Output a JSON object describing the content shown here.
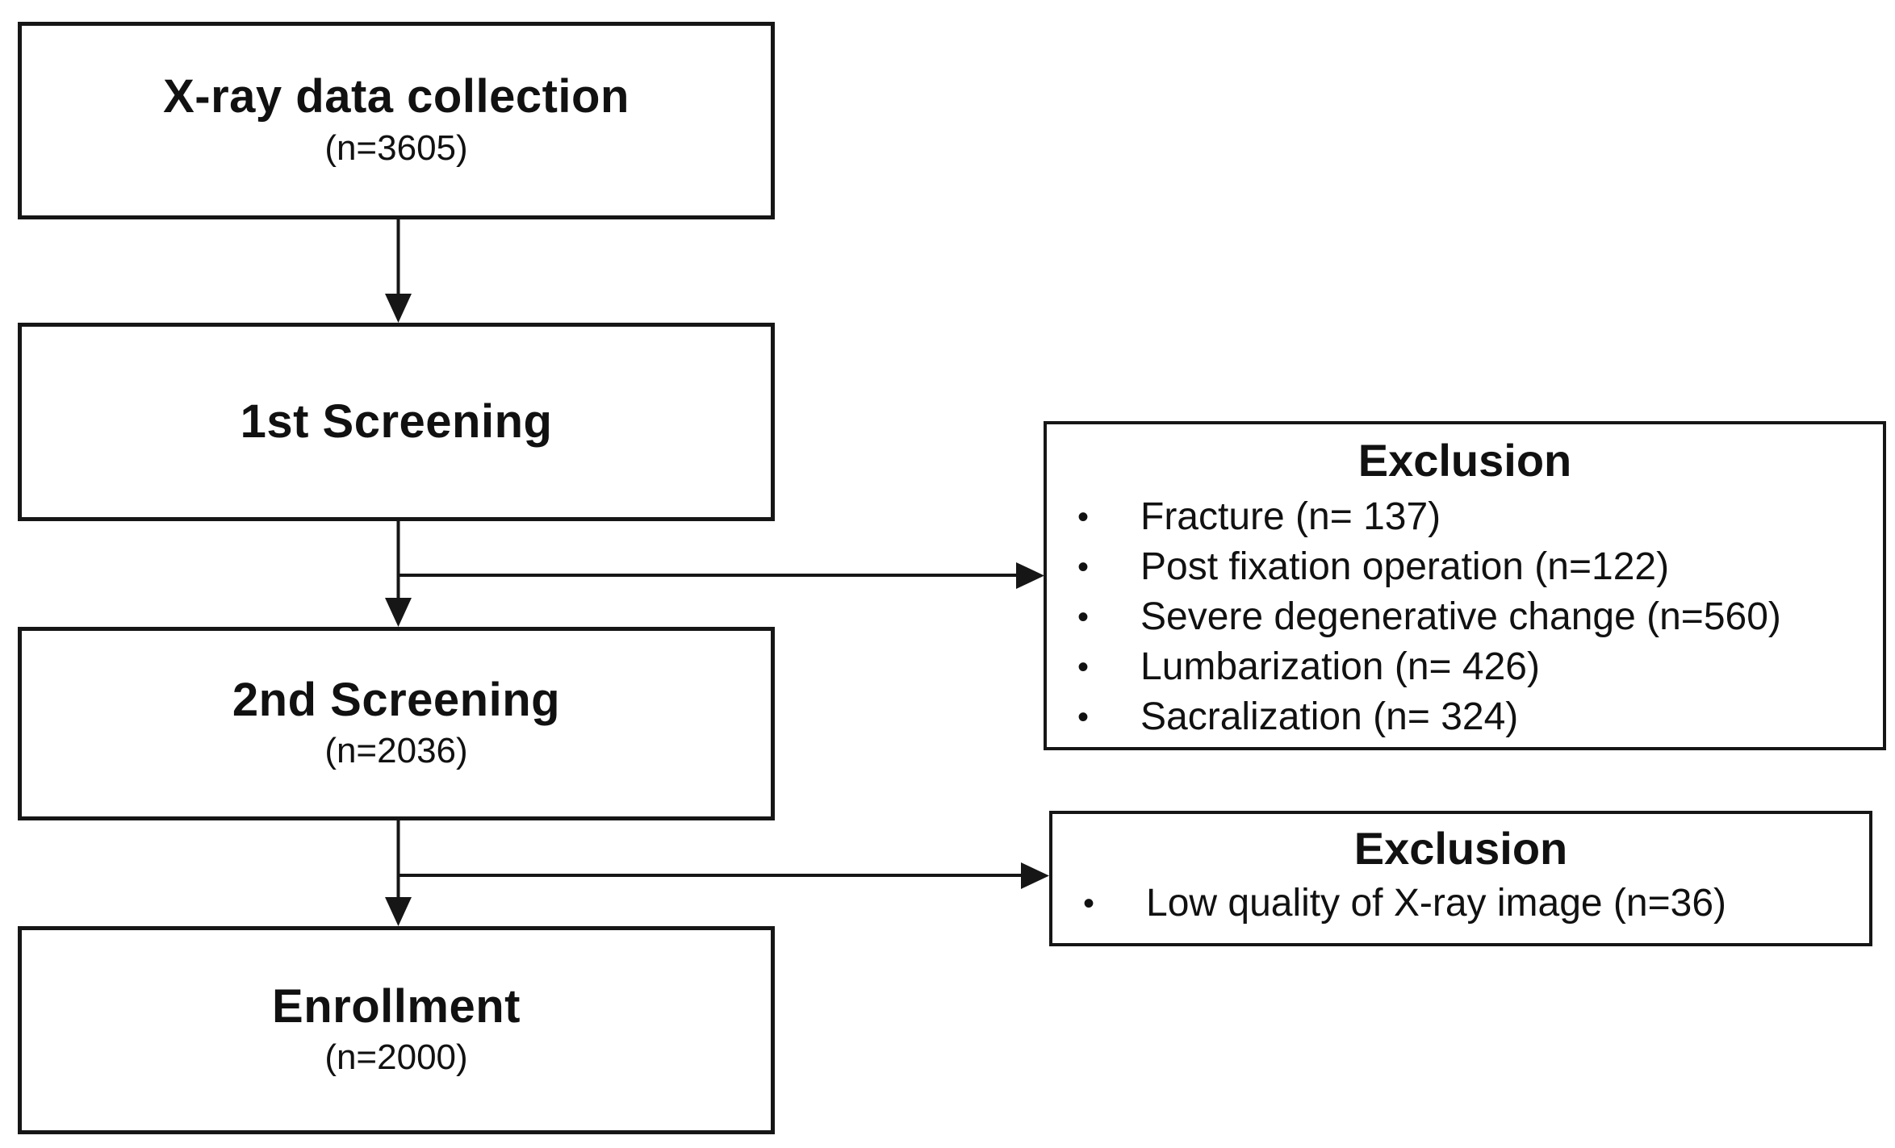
{
  "diagram": {
    "bullet_glyph": "•",
    "colors": {
      "border": "#161616",
      "text": "#111111",
      "background": "#ffffff"
    },
    "flow": [
      {
        "title": "X-ray data collection",
        "subtitle": "(n=3605)"
      },
      {
        "title": "1st Screening"
      },
      {
        "title": "2nd Screening",
        "subtitle": "(n=2036)"
      },
      {
        "title": "Enrollment",
        "subtitle": "(n=2000)"
      }
    ],
    "exclusions": [
      {
        "title": "Exclusion",
        "items": [
          "Fracture (n= 137)",
          "Post fixation operation (n=122)",
          "Severe degenerative change (n=560)",
          "Lumbarization (n= 426)",
          "Sacralization (n= 324)"
        ]
      },
      {
        "title": "Exclusion",
        "items": [
          "Low quality of X-ray image (n=36)"
        ]
      }
    ]
  }
}
